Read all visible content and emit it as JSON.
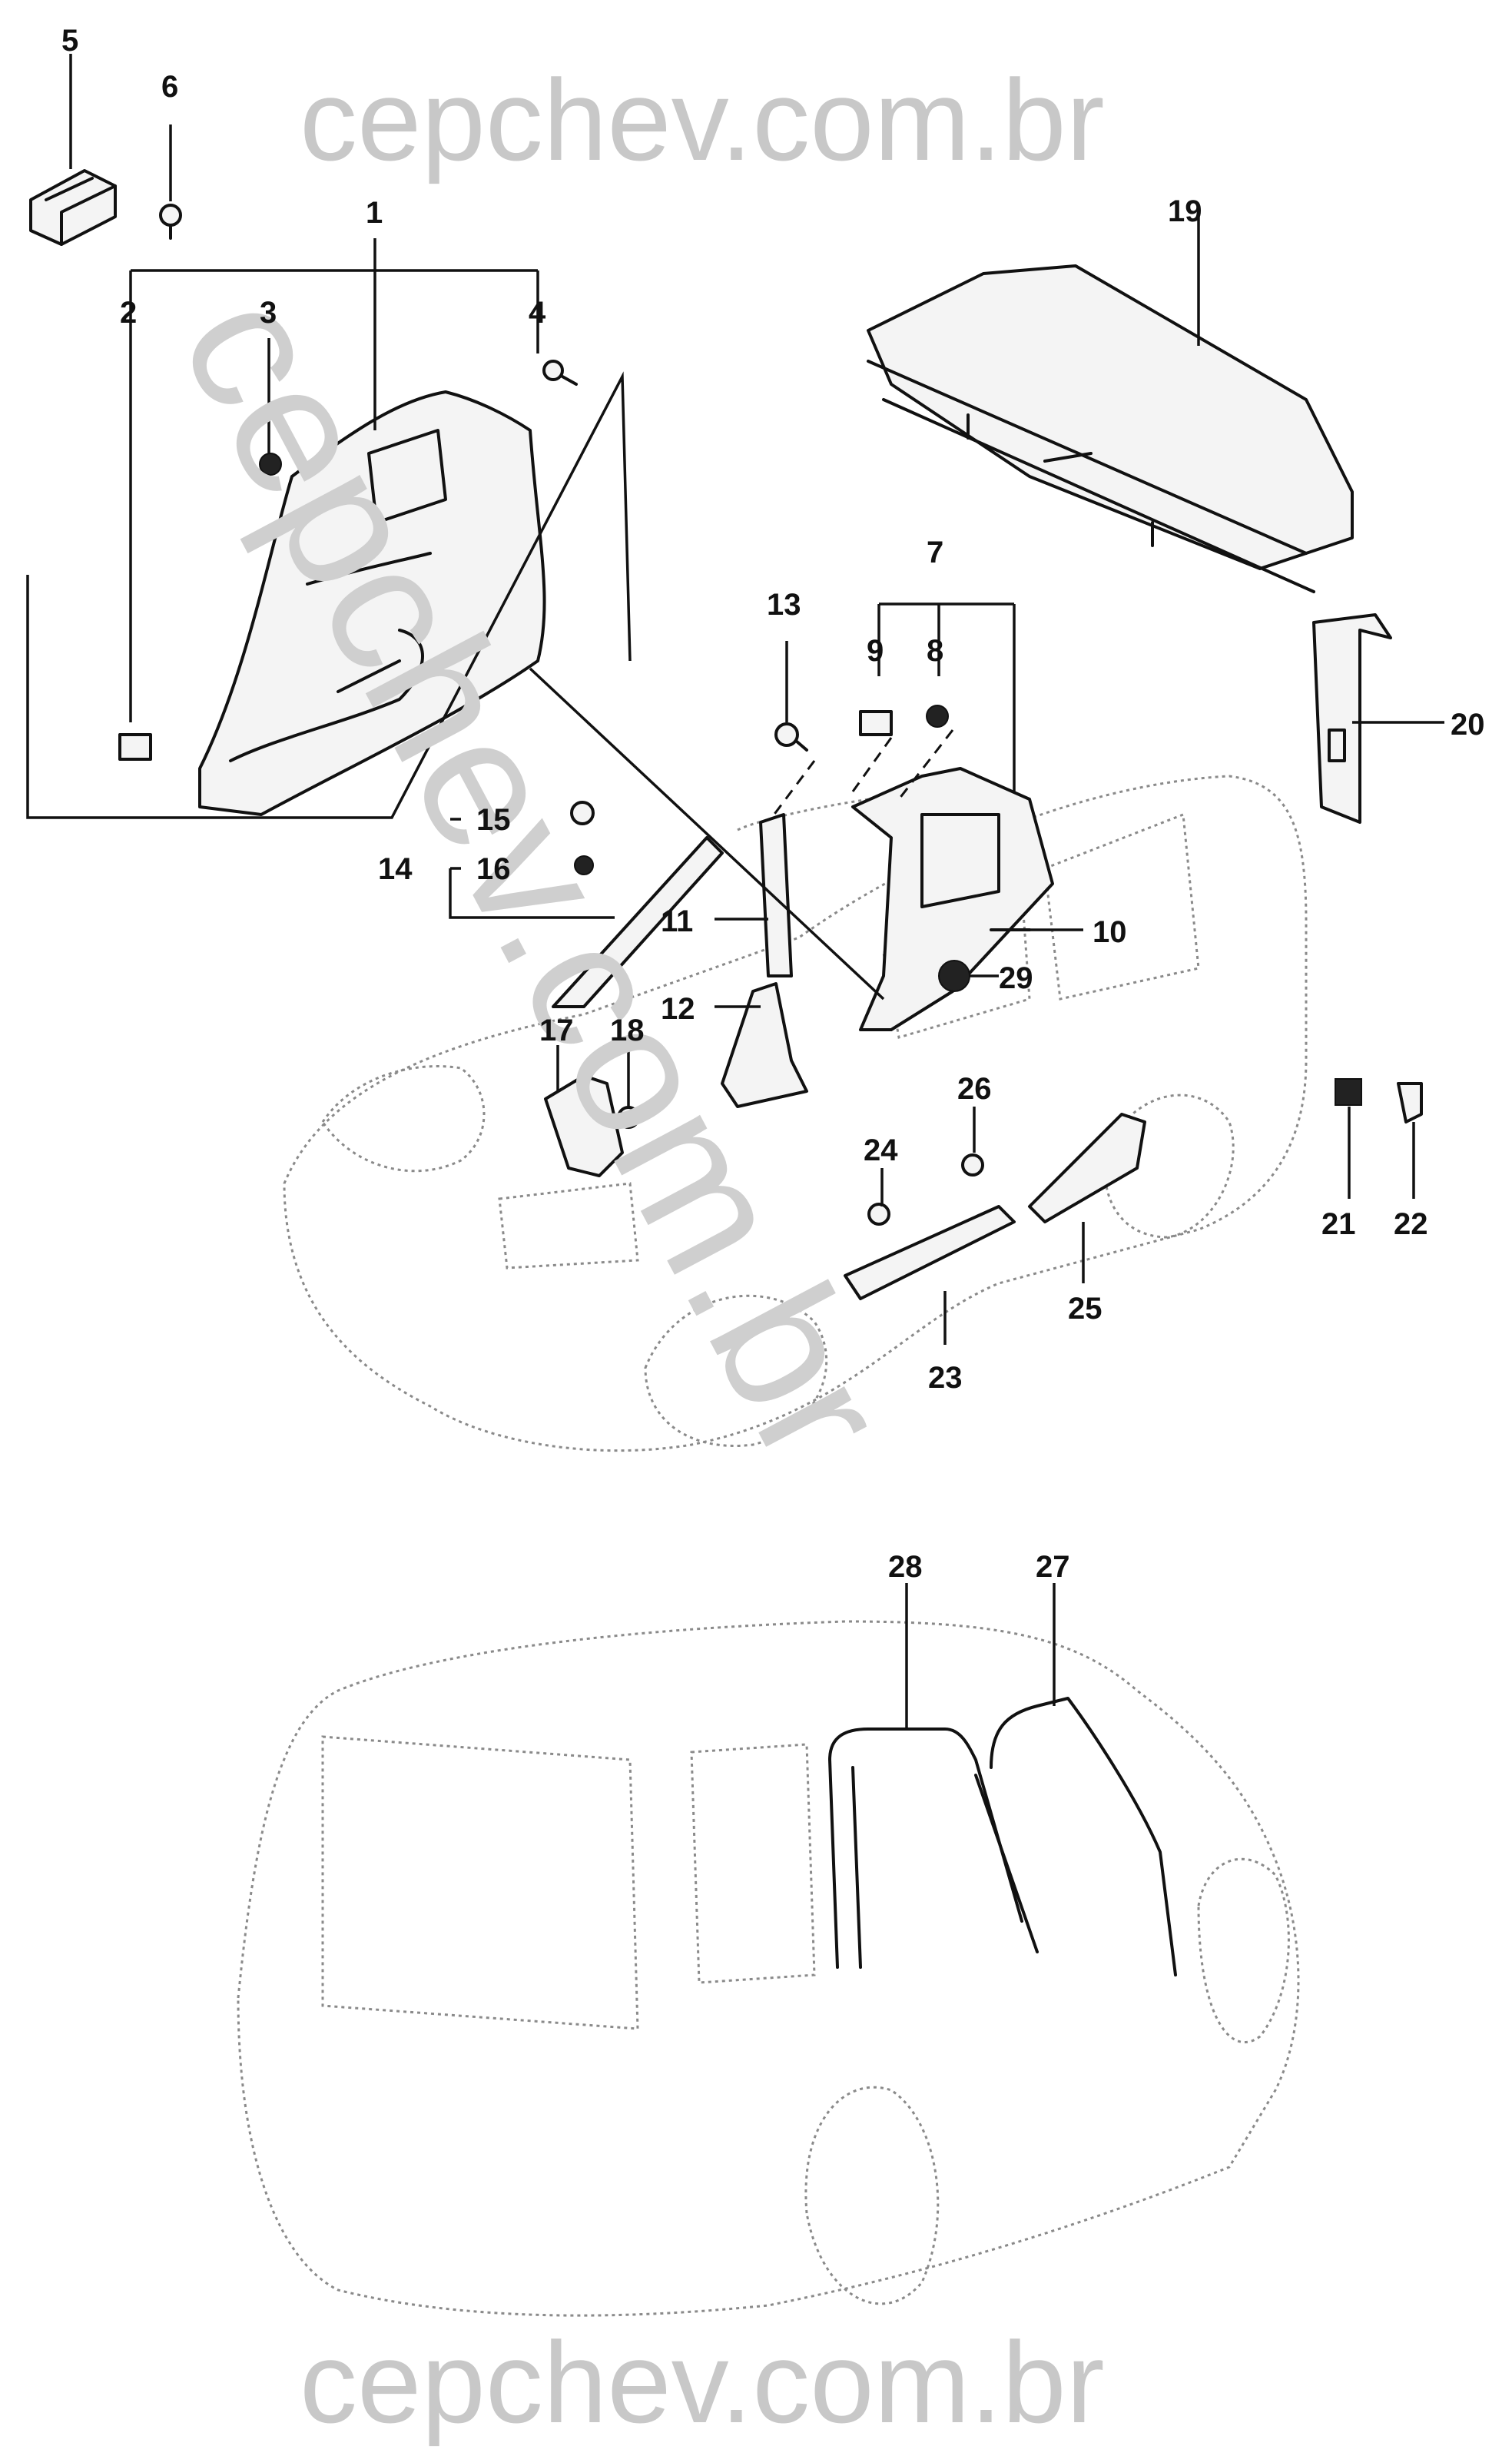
{
  "watermarks": {
    "top": "cepchev.com.br",
    "bottom": "cepchev.com.br",
    "diagonal": "cepchev.com.br"
  },
  "labels": [
    "1",
    "2",
    "3",
    "4",
    "5",
    "6",
    "7",
    "8",
    "9",
    "10",
    "11",
    "12",
    "13",
    "14",
    "15",
    "16",
    "17",
    "18",
    "19",
    "20",
    "21",
    "22",
    "23",
    "24",
    "25",
    "26",
    "27",
    "28",
    "29"
  ],
  "colors": {
    "ink": "#111111",
    "vehicle_outline": "#8a8a8a",
    "watermark": "#c8c8c8"
  }
}
